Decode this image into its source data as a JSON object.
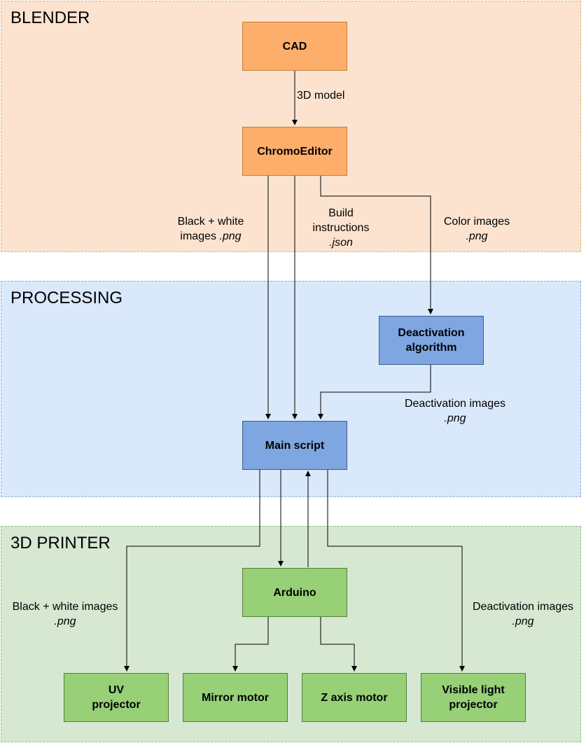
{
  "groups": {
    "blender": "BLENDER",
    "processing": "PROCESSING",
    "printer": "3D PRINTER"
  },
  "nodes": {
    "cad": "CAD",
    "chromo_editor": "ChromoEditor",
    "deactivation_algorithm": "Deactivation algorithm",
    "main_script": "Main script",
    "arduino": "Arduino",
    "uv_projector": "UV projector",
    "mirror_motor": "Mirror motor",
    "z_axis_motor": "Z axis motor",
    "visible_light_projector": "Visible light projector"
  },
  "edge_labels": {
    "model": "3D model",
    "bw_images_top": {
      "line1": "Black + white",
      "line2": "images",
      "ext": ".png"
    },
    "build_instructions": {
      "line1": "Build",
      "line2": "instructions",
      "ext": ".json"
    },
    "color_images": {
      "line1": "Color images",
      "ext": ".png"
    },
    "deactivation_images_mid": {
      "line1": "Deactivation images",
      "ext": ".png"
    },
    "bw_images_bottom": {
      "line1": "Black + white images",
      "ext": ".png"
    },
    "deactivation_images_bottom": {
      "line1": "Deactivation images",
      "ext": ".png"
    }
  },
  "colors": {
    "blender_bg": "#fce3cf",
    "processing_bg": "#dae8fb",
    "printer_bg": "#d6e8d2",
    "orange_node": "#fdae6b",
    "blue_node": "#7ea6e0",
    "green_node": "#97d077"
  }
}
